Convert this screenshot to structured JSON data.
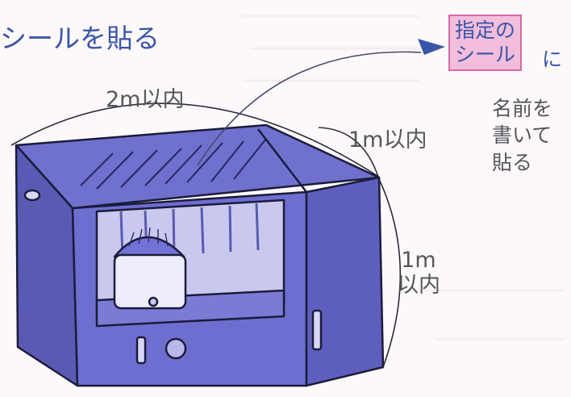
{
  "title": "シールを貼る",
  "dimensions": {
    "width": "2m以内",
    "depth": "1m以内",
    "height": "1m\n以内"
  },
  "label": {
    "box_text": "指定の\nシール",
    "particle": "に",
    "instruction": "名前を\n書いて\n貼る"
  },
  "colors": {
    "accent": "#3a55a8",
    "label_pink": "#f2bedb",
    "box_fill": "#6f6fd1",
    "box_dark": "#5757b8",
    "outline": "#1a1c3a"
  }
}
